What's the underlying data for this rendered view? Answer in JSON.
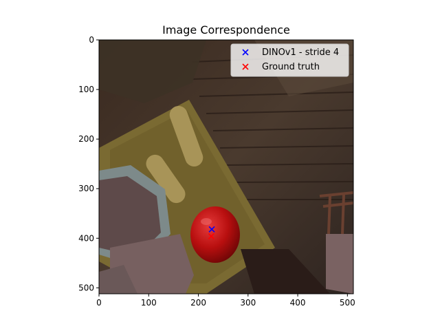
{
  "chart_data": {
    "type": "scatter",
    "title": "Image Correspondence",
    "xlim": [
      0,
      512
    ],
    "ylim": [
      512,
      0
    ],
    "y_inverted": true,
    "xticks": [
      0,
      100,
      200,
      300,
      400,
      500
    ],
    "yticks": [
      0,
      100,
      200,
      300,
      400,
      500
    ],
    "legend_position": "top-right",
    "series": [
      {
        "name": "DINOv1 - stride 4",
        "marker": "x",
        "color": "#0000ff",
        "points": [
          [
            227,
            382
          ]
        ]
      },
      {
        "name": "Ground truth",
        "marker": "x",
        "color": "#ff0000",
        "points": [
          [
            226,
            396
          ]
        ]
      }
    ]
  }
}
